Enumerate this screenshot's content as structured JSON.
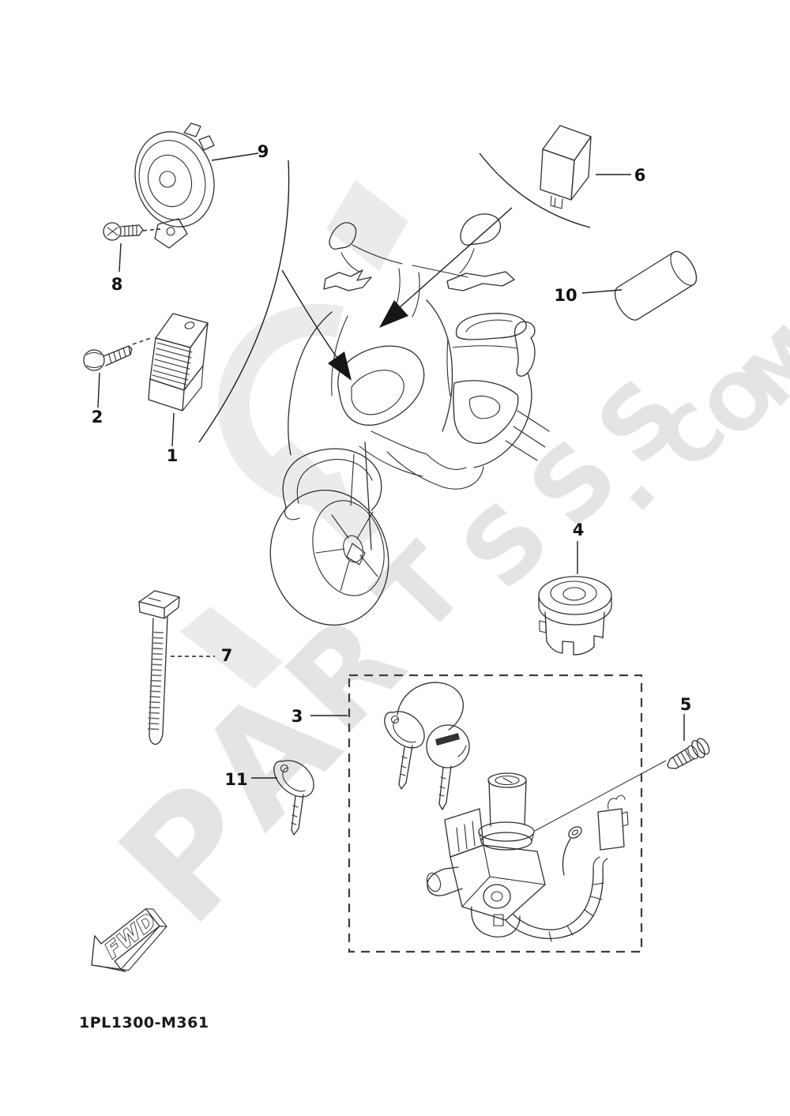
{
  "watermark": {
    "letters": [
      "P",
      "A",
      "R",
      "T",
      "S",
      "S",
      "S",
      ".",
      "C",
      "O",
      "M"
    ],
    "color": "#e4e4e4",
    "fragment_color": "#ebebeb"
  },
  "diagram": {
    "code": "1PL1300-M361",
    "fwd_label": "FWD",
    "labels": {
      "p1": "1",
      "p2": "2",
      "p3": "3",
      "p4": "4",
      "p5": "5",
      "p6": "6",
      "p7": "7",
      "p8": "8",
      "p9": "9",
      "p10": "10",
      "p11": "11"
    }
  },
  "colors": {
    "line": "#2e2e2e",
    "label": "#111111",
    "background": "#ffffff",
    "arrow": "#161616"
  }
}
